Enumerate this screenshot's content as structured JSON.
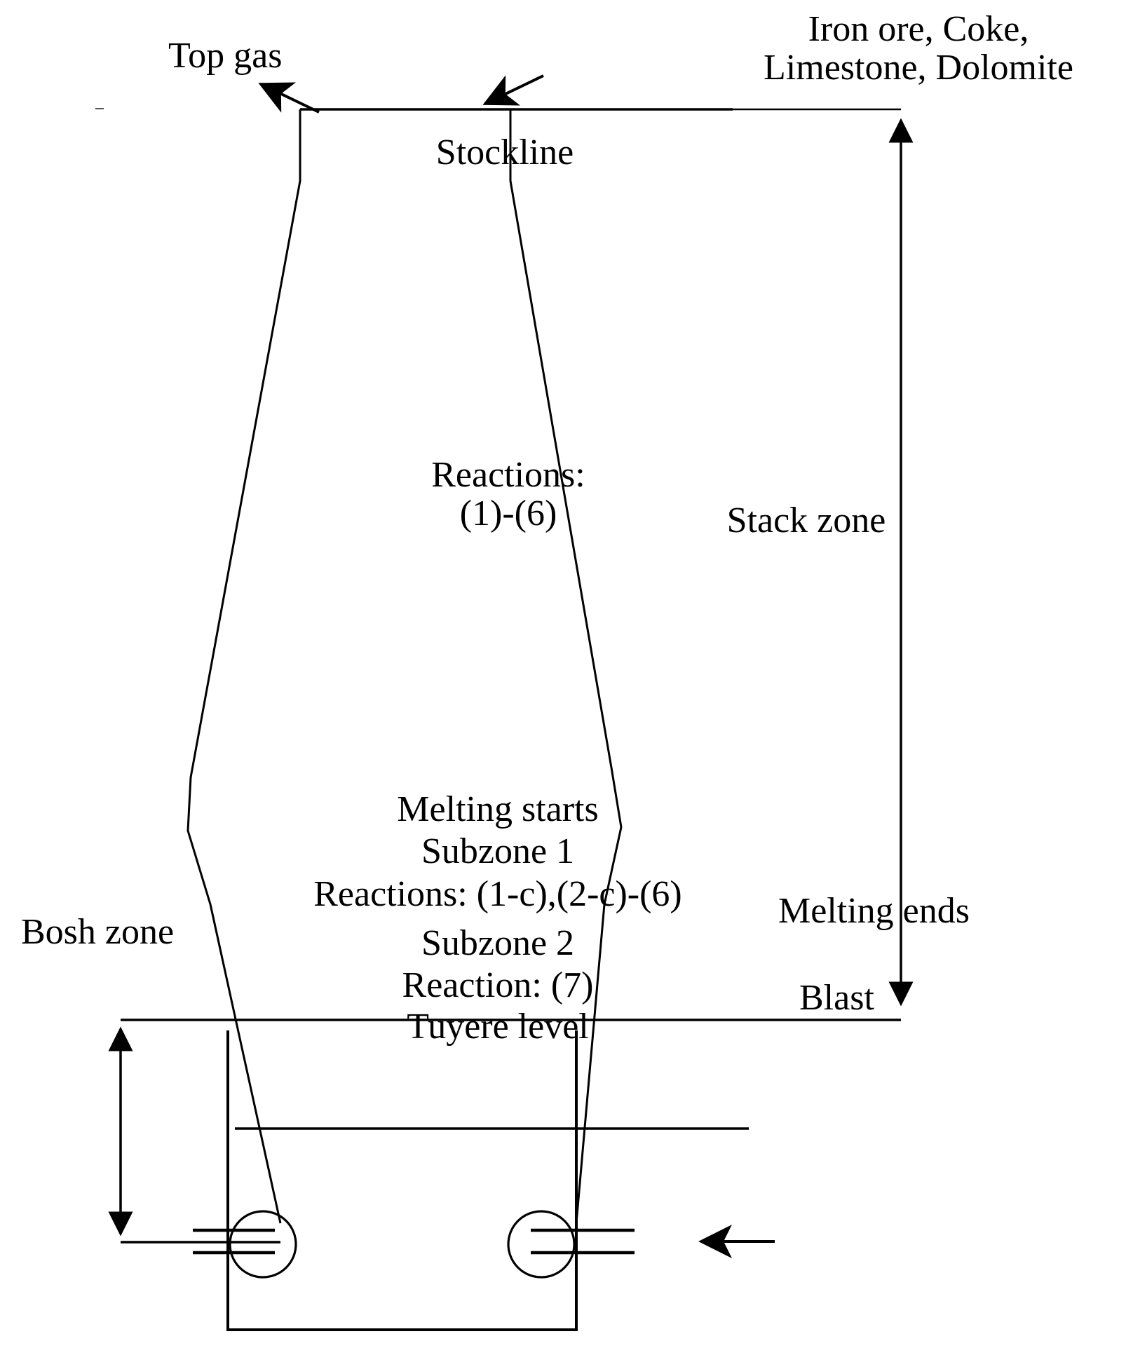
{
  "diagram": {
    "title": "Blast furnace schematic with reaction zones",
    "stroke_color": "#000000",
    "background_color": "#ffffff",
    "labels": {
      "top_gas": "Top gas",
      "feed_line1": "Iron ore, Coke,",
      "feed_line2": "Limestone, Dolomite",
      "stockline": "Stockline",
      "reactions_main_line1": "Reactions:",
      "reactions_main_line2": "(1)-(6)",
      "stack_zone": "Stack zone",
      "melting_starts": "Melting starts",
      "subzone_1": "Subzone 1",
      "reactions_subzone_1": "Reactions: (1-c),(2-c)-(6)",
      "bosh_zone": "Bosh zone",
      "melting_ends": "Melting ends",
      "subzone_2": "Subzone 2",
      "reaction_subzone_2": "Reaction: (7)",
      "tuyere_level": "Tuyere level",
      "blast": "Blast"
    },
    "zones": [
      {
        "name": "Stack zone",
        "reactions": "(1)-(6)",
        "boundary_top": "Stockline",
        "boundary_bottom": "Melting starts"
      },
      {
        "name": "Bosh zone",
        "subzones": [
          {
            "name": "Subzone 1",
            "reactions": "Reactions: (1-c),(2-c)-(6)",
            "boundary_top": "Melting starts",
            "boundary_bottom": "Melting ends"
          },
          {
            "name": "Subzone 2",
            "reactions": "Reaction: (7)",
            "boundary_top": "Melting ends",
            "boundary_bottom": "Tuyere level"
          }
        ]
      }
    ],
    "flows": [
      {
        "name": "Top gas",
        "direction": "out",
        "location": "furnace-top-left"
      },
      {
        "name": "Iron ore, Coke, Limestone, Dolomite",
        "direction": "in",
        "location": "furnace-top-right"
      },
      {
        "name": "Blast",
        "direction": "in",
        "location": "tuyere-right"
      }
    ]
  }
}
